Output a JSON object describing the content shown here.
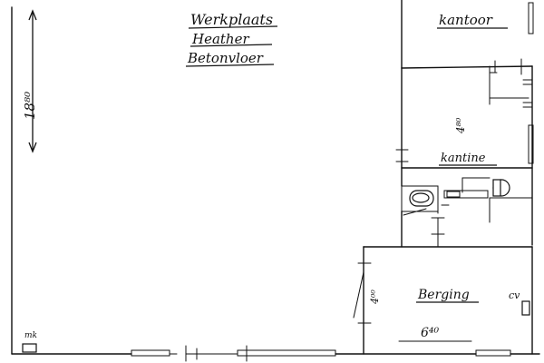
{
  "title": {
    "line1": "Werkplaats",
    "line2": "Heather",
    "line3": "Betonvloer"
  },
  "rooms": {
    "kantoor": "kantoor",
    "kantine": "kantine",
    "berging": "Berging"
  },
  "dimensions": {
    "workshop_depth": "18⁸⁰",
    "kantine_depth": "4⁸⁰",
    "berging_depth": "4⁰⁰",
    "berging_width": "6⁴⁰"
  },
  "marks": {
    "meter_box": "mk",
    "cv": "cv"
  },
  "colors": {
    "ink": "#111111",
    "paper": "#ffffff"
  }
}
